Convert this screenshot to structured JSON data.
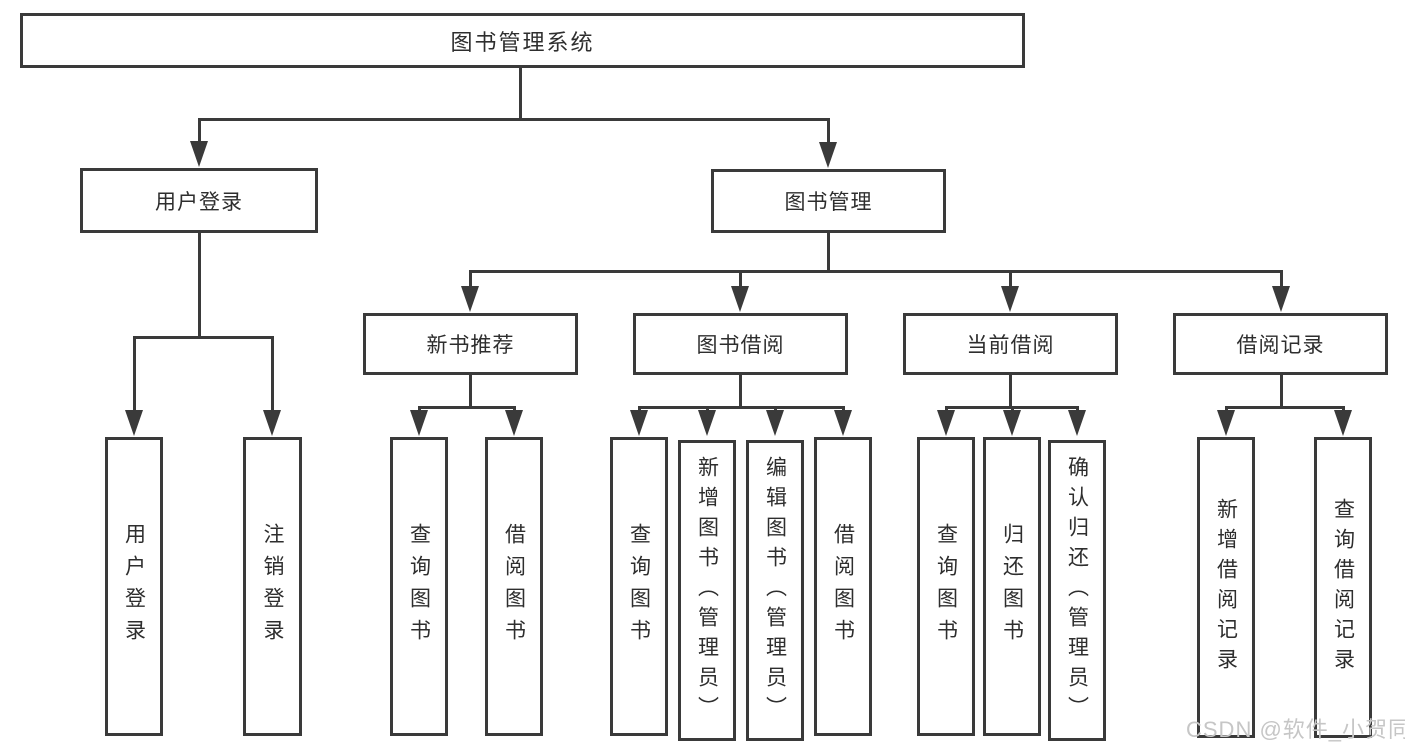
{
  "colors": {
    "line": "#3a3a3a",
    "text": "#2e2e2e",
    "watermark": "#c6c6c6",
    "bg": "#ffffff"
  },
  "watermark": {
    "text": "CSDN @软件_小贺同学"
  },
  "tree": {
    "root": {
      "label": "图书管理系统",
      "children": [
        {
          "label": "用户登录",
          "children": [
            {
              "label": "用户登录"
            },
            {
              "label": "注销登录"
            }
          ]
        },
        {
          "label": "图书管理",
          "children": [
            {
              "label": "新书推荐",
              "children": [
                {
                  "label": "查询图书"
                },
                {
                  "label": "借阅图书"
                }
              ]
            },
            {
              "label": "图书借阅",
              "children": [
                {
                  "label": "查询图书"
                },
                {
                  "label": "新增图书（管理员）"
                },
                {
                  "label": "编辑图书（管理员）"
                },
                {
                  "label": "借阅图书"
                }
              ]
            },
            {
              "label": "当前借阅",
              "children": [
                {
                  "label": "查询图书"
                },
                {
                  "label": "归还图书"
                },
                {
                  "label": "确认归还（管理员）"
                }
              ]
            },
            {
              "label": "借阅记录",
              "children": [
                {
                  "label": "新增借阅记录"
                },
                {
                  "label": "查询借阅记录"
                }
              ]
            }
          ]
        }
      ]
    }
  }
}
